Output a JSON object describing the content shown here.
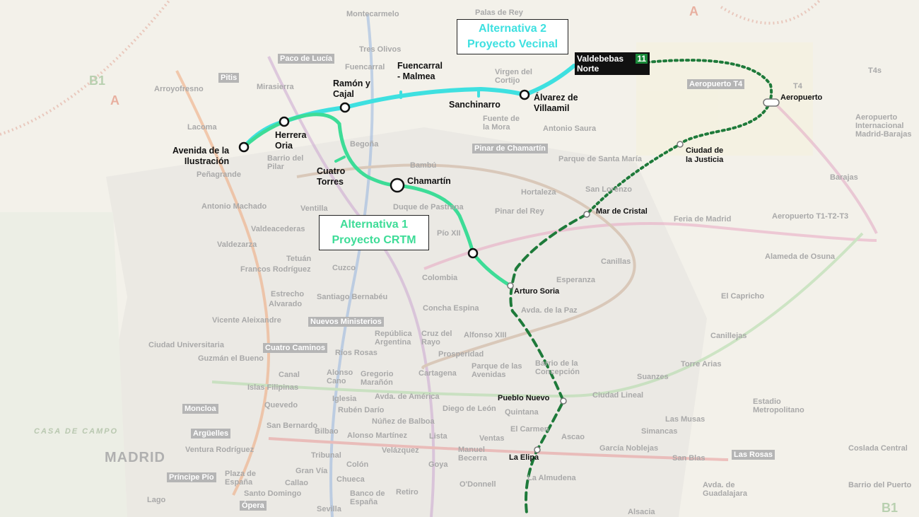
{
  "colors": {
    "alt1": "#3ddc97",
    "alt2": "#3ee0e0",
    "extension": "#1e7a3a",
    "background": "#f3f1ea"
  },
  "alternatives": [
    {
      "line1": "Alternativa 1",
      "line2": "Proyecto CRTM",
      "color": "#3ddc97"
    },
    {
      "line1": "Alternativa 2",
      "line2": "Proyecto Vecinal",
      "color": "#3ee0e0"
    }
  ],
  "stations": {
    "avenida": "Avenida de la\nIlustración",
    "herrera": "Herrera\nOria",
    "ramon": "Ramón y\nCajal",
    "fuencarral": "Fuencarral\n- Malmea",
    "sanchinarro": "Sanchinarro",
    "alvarez": "Álvarez de\nVillaamil",
    "cuatro": "Cuatro\nTorres",
    "chamartin": "Chamartín",
    "valdebebas": "Valdebebas\nNorte",
    "valdebebas_line": "11",
    "aeropuerto": "Aeropuerto",
    "ciudad": "Ciudad de\nla Justicia",
    "mar": "Mar de Cristal",
    "arturo": "Arturo Soria",
    "pueblo": "Pueblo Nuevo",
    "elipa": "La Elipa"
  },
  "map_text": {
    "madrid": "MADRID",
    "casa_de_campo": "CASA DE CAMPO",
    "b1": "B1",
    "a": "A",
    "t4": "T4",
    "t4s": "T4s"
  },
  "background_stations": [
    "Montecarmelo",
    "Palas de Rey",
    "Tres Olivos",
    "Fuencarral",
    "Arroyofresno",
    "Mirasierra",
    "Lacoma",
    "Peñagrande",
    "Antonio Machado",
    "Valdezarza",
    "Francos Rodríguez",
    "Ventilla",
    "Valdeacederas",
    "Tetuán",
    "Cuzco",
    "Begoña",
    "Bambú",
    "Duque de Pastrana",
    "Pío XII",
    "Colombia",
    "Hortaleza",
    "Pinar del Rey",
    "Parque de Santa María",
    "San Lorenzo",
    "Esperanza",
    "Canillas",
    "Avda. de la Paz",
    "Alfonso XIII",
    "Concha Espina",
    "Santiago Bernabéu",
    "Estrecho",
    "Alvarado",
    "Vicente Aleixandre",
    "Ciudad Universitaria",
    "Guzmán el Bueno",
    "Ríos Rosas",
    "República Argentina",
    "Cruz del Rayo",
    "Prosperidad",
    "Cartagena",
    "Parque de las Avenidas",
    "Barrio de la Concepción",
    "Alonso Cano",
    "Gregorio Marañón",
    "Canal",
    "Islas Filipinas",
    "Quevedo",
    "San Bernardo",
    "Iglesia",
    "Rubén Darío",
    "Avda. de América",
    "Diego de León",
    "Quintana",
    "El Carmen",
    "Ascao",
    "Núñez de Balboa",
    "Lista",
    "Ventas",
    "Manuel Becerra",
    "Alonso Martínez",
    "Velázquez",
    "Bilbao",
    "Goya",
    "Ciudad Lineal",
    "Suanzes",
    "Simancas",
    "Las Musas",
    "García Noblejas",
    "San Blas",
    "Torre Arias",
    "Canillejas",
    "El Capricho",
    "Alameda de Osuna",
    "Barajas",
    "Aeropuerto Internacional Madrid-Barajas",
    "Estadio Metropolitano",
    "Feria de Madrid",
    "Avda. de Guadalajara",
    "Barrio del Puerto",
    "Coslada Central",
    "La Almudena",
    "Alsacia",
    "O'Donnell",
    "Retiro",
    "Colón",
    "Chueca",
    "Tribunal",
    "Plaza de España",
    "Santo Domingo",
    "Callao",
    "Gran Vía",
    "Sevilla",
    "Banco de España",
    "Lago",
    "Ventura Rodríguez",
    "Antonio Saura",
    "Fuente de la Mora",
    "Virgen del Cortijo",
    "Barrio del Pilar",
    "Aeropuerto T1-T2-T3"
  ],
  "boxed_stations": [
    "Paco de Lucía",
    "Pitis",
    "Pinar de Chamartín",
    "Nuevos Ministerios",
    "Moncloa",
    "Argüelles",
    "Príncipe Pío",
    "Ópera",
    "Aeropuerto T4",
    "Las Rosas",
    "Cuatro Caminos"
  ]
}
